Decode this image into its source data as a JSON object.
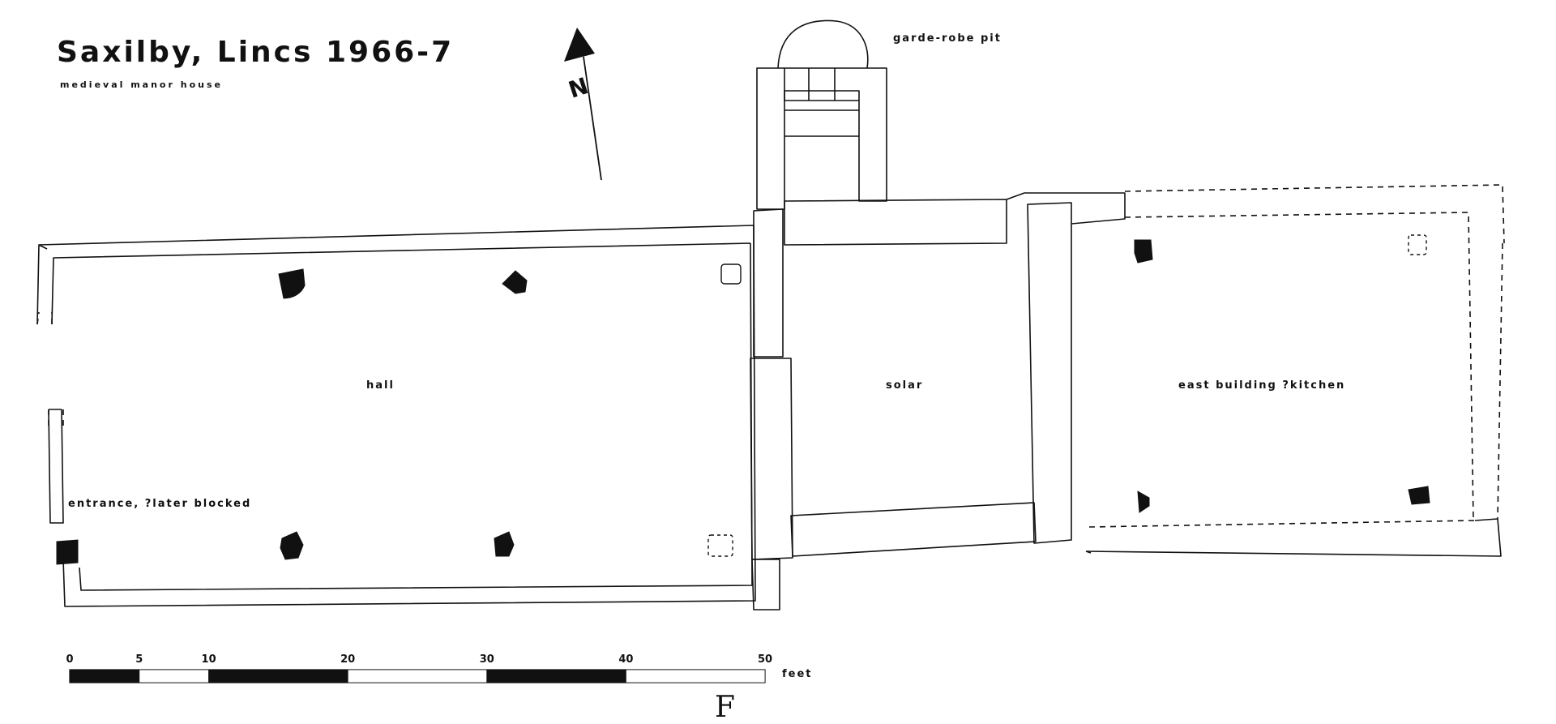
{
  "title": "Saxilby, Lincs 1966-7",
  "subtitle": "medieval manor house",
  "north_label": "N",
  "labels": {
    "garderobe": "garde-robe pit",
    "hall": "hall",
    "solar": "solar",
    "east_building": "east building ?kitchen",
    "entrance": "entrance, ?later blocked"
  },
  "scale": {
    "unit": "feet",
    "ticks": [
      "0",
      "5",
      "10",
      "20",
      "30",
      "40",
      "50"
    ],
    "tick_values": [
      0,
      5,
      10,
      20,
      30,
      40,
      50
    ],
    "segments": [
      {
        "from": 0,
        "to": 5,
        "fill": "#111111"
      },
      {
        "from": 5,
        "to": 10,
        "fill": "#ffffff"
      },
      {
        "from": 10,
        "to": 20,
        "fill": "#111111"
      },
      {
        "from": 20,
        "to": 30,
        "fill": "#ffffff"
      },
      {
        "from": 30,
        "to": 40,
        "fill": "#111111"
      },
      {
        "from": 40,
        "to": 50,
        "fill": "#ffffff"
      }
    ]
  },
  "figure_mark": "F",
  "colors": {
    "ink": "#111111",
    "paper": "#ffffff"
  }
}
